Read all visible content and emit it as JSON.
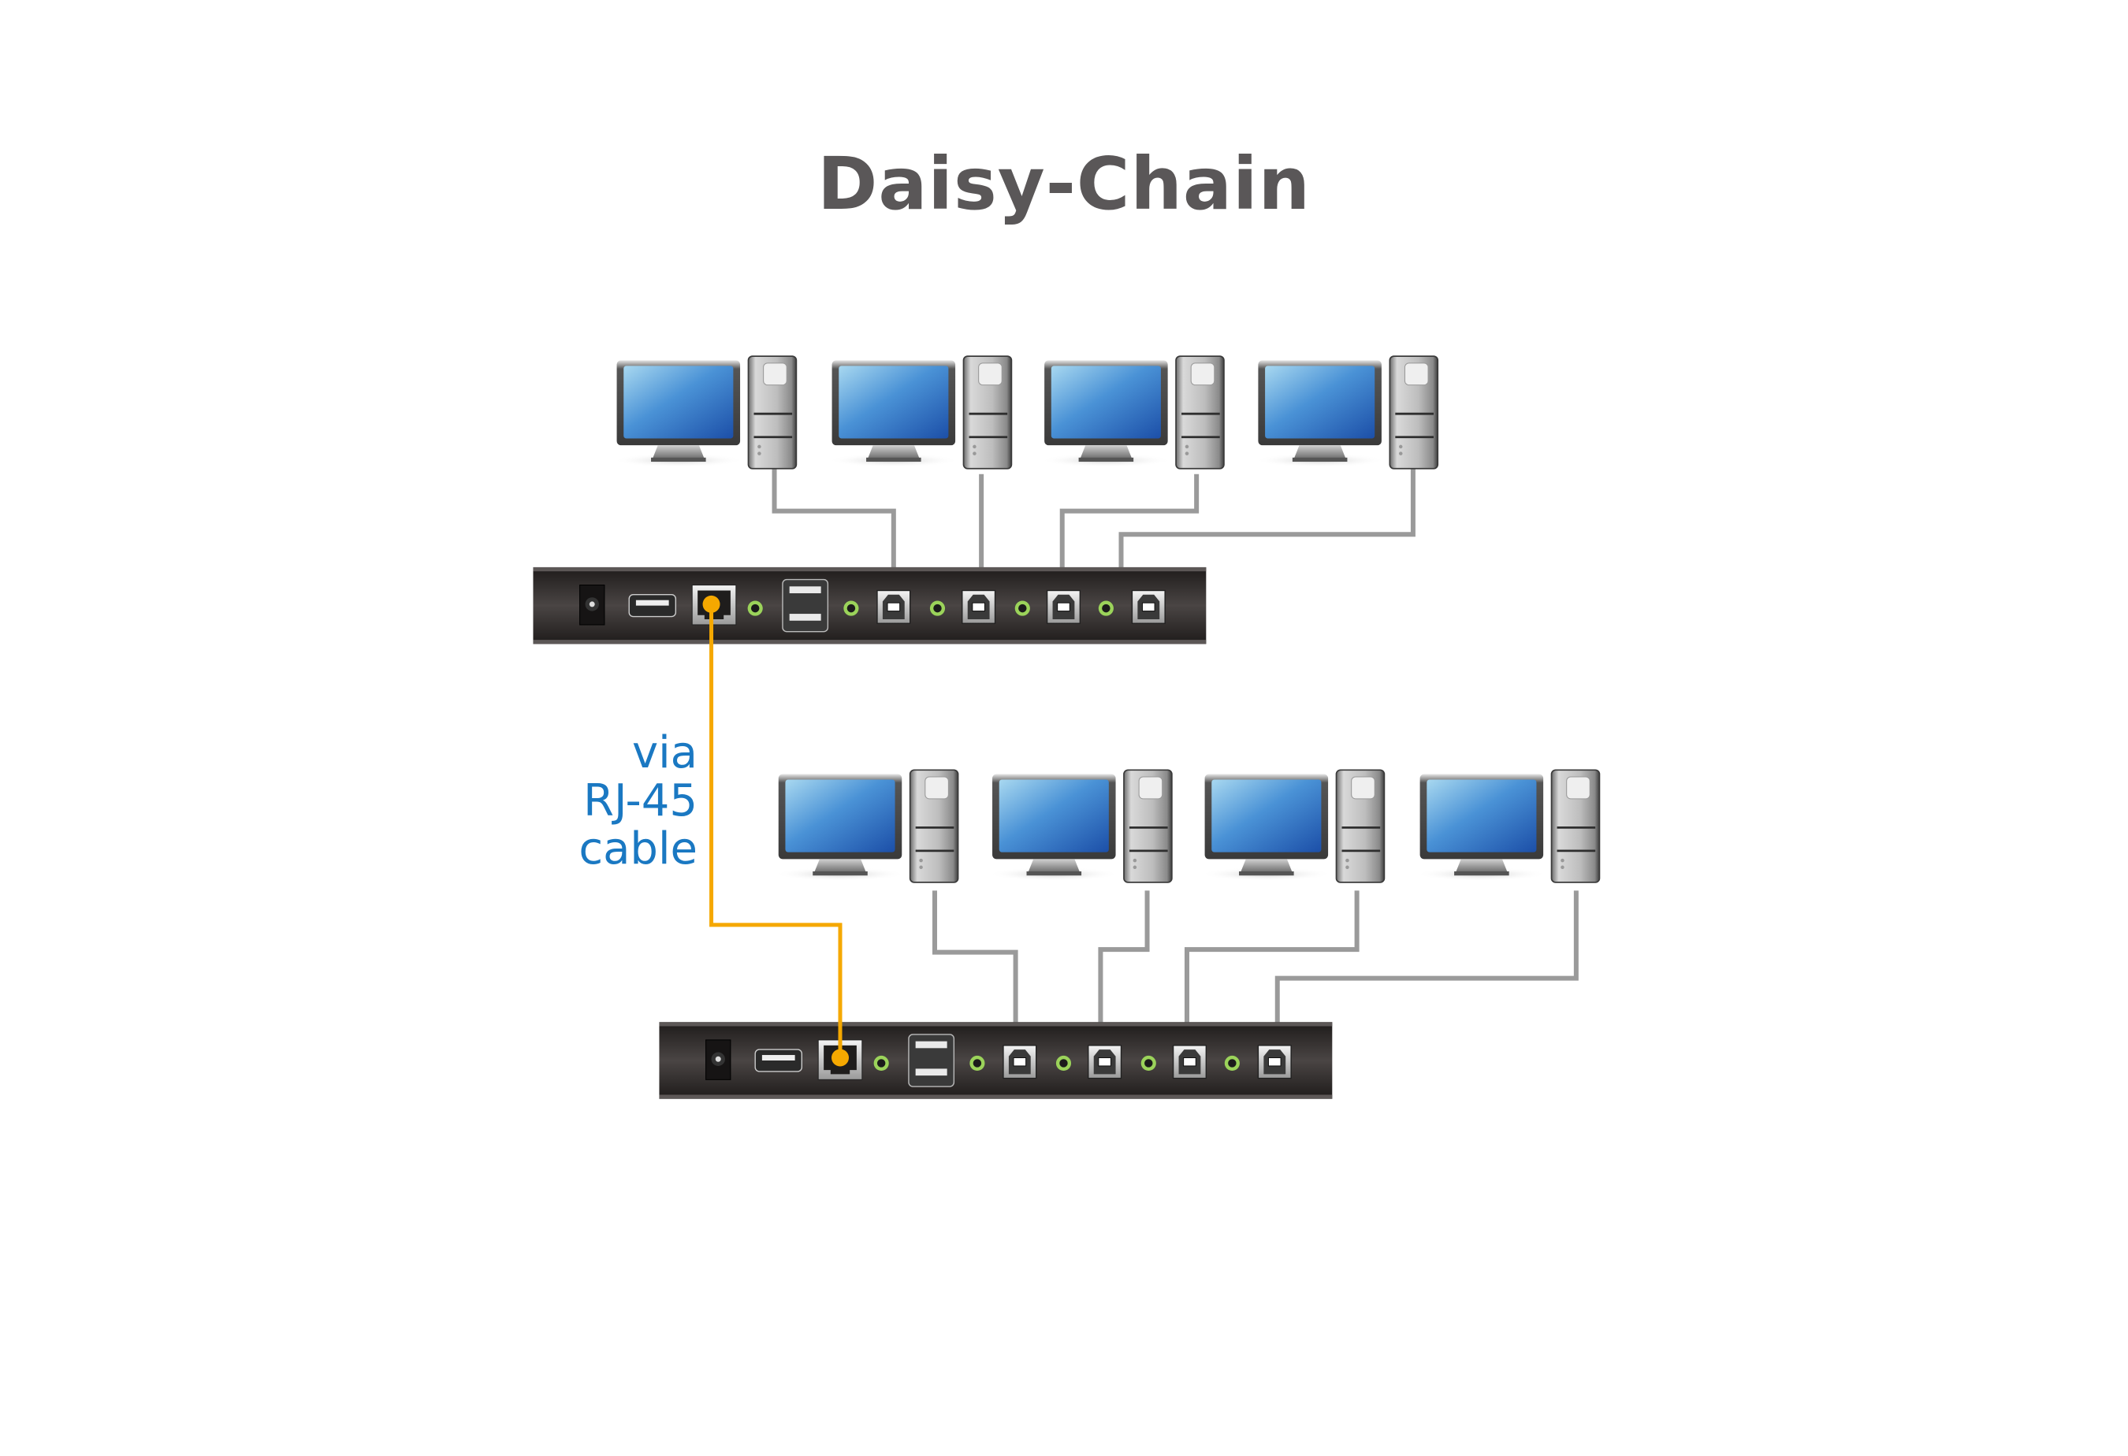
{
  "title": "Daisy-Chain",
  "cable_label": {
    "lines": [
      "via",
      "RJ-45",
      "cable"
    ],
    "color": "#1a78c2"
  },
  "colors": {
    "title": "#5a5758",
    "usb_cable": "#9a9a9a",
    "rj45_cable": "#f5a800",
    "switch_body": "#2e2a29",
    "audio_jack_ring": "#9bd35a",
    "screen": "#3f86cf"
  },
  "units": [
    {
      "name": "top-switch",
      "computers": 4,
      "ports": [
        "power-jack",
        "usb-a-port",
        "rj45-port",
        "audio-jack",
        "usb-a-dual-port",
        "audio-jack",
        "usb-b-port-1",
        "audio-jack",
        "usb-b-port-2",
        "audio-jack",
        "usb-b-port-3",
        "audio-jack",
        "usb-b-port-4"
      ]
    },
    {
      "name": "bottom-switch",
      "computers": 4,
      "ports": [
        "power-jack",
        "usb-a-port",
        "rj45-port",
        "audio-jack",
        "usb-a-dual-port",
        "audio-jack",
        "usb-b-port-1",
        "audio-jack",
        "usb-b-port-2",
        "audio-jack",
        "usb-b-port-3",
        "audio-jack",
        "usb-b-port-4"
      ]
    }
  ],
  "icons": {
    "computer": "desktop-computer-icon",
    "switch": "kvm-switch-icon"
  }
}
